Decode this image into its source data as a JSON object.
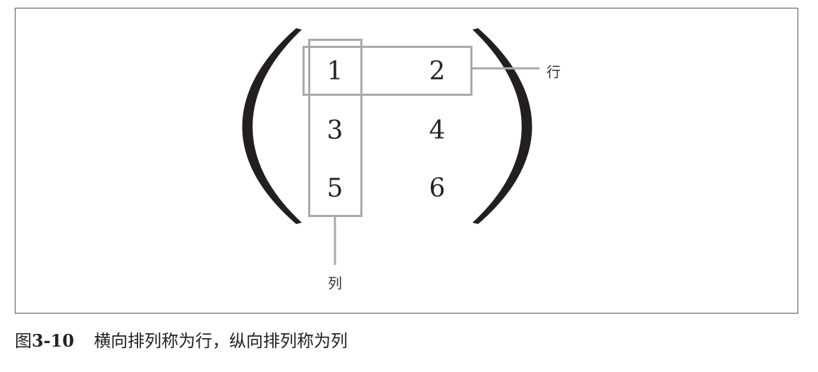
{
  "figure": {
    "matrix": {
      "rows": [
        [
          "1",
          "2"
        ],
        [
          "3",
          "4"
        ],
        [
          "5",
          "6"
        ]
      ]
    },
    "annotations": {
      "row_label": "行",
      "column_label": "列"
    },
    "colors": {
      "bracket": "#231f20",
      "highlight_box": "#a7a9ac",
      "frame": "#555555"
    }
  },
  "caption": {
    "figure_prefix": "图",
    "figure_number": "3-10",
    "text": "横向排列称为行，纵向排列称为列"
  }
}
